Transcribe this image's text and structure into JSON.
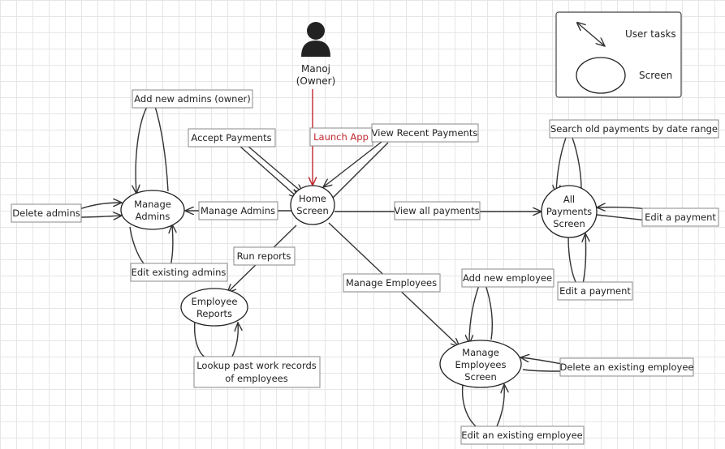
{
  "actor": {
    "name": "Manoj",
    "role": "(Owner)",
    "icon": "person-icon"
  },
  "legend": {
    "user_tasks": "User tasks",
    "screen": "Screen"
  },
  "screens": {
    "home": [
      "Home",
      "Screen"
    ],
    "manage_admins": [
      "Manage",
      "Admins"
    ],
    "all_payments": [
      "All",
      "Payments",
      "Screen"
    ],
    "employee_reports": [
      "Employee",
      "Reports"
    ],
    "manage_employees": [
      "Manage",
      "Employees",
      "Screen"
    ]
  },
  "tasks": {
    "launch_app": "Launch App",
    "accept_payments": "Accept Payments",
    "view_recent_payments": "View Recent Payments",
    "add_new_admins": "Add new admins (owner)",
    "delete_admins": "Delete admins",
    "edit_existing_admins": "Edit existing admins",
    "manage_admins": "Manage Admins",
    "view_all_payments": "View all payments",
    "search_old_payments": "Search old payments by date range",
    "edit_payment_right": "Edit a payment",
    "edit_payment_bottom": "Edit a payment",
    "run_reports": "Run reports",
    "lookup_work_records": [
      "Lookup past work records",
      "of employees"
    ],
    "manage_employees": "Manage Employees",
    "add_new_employee": "Add new employee",
    "delete_existing_employee": "Delete an existing employee",
    "edit_existing_employee": "Edit an existing employee"
  },
  "colors": {
    "launch_arrow": "#c0262d",
    "stroke": "#333333"
  }
}
